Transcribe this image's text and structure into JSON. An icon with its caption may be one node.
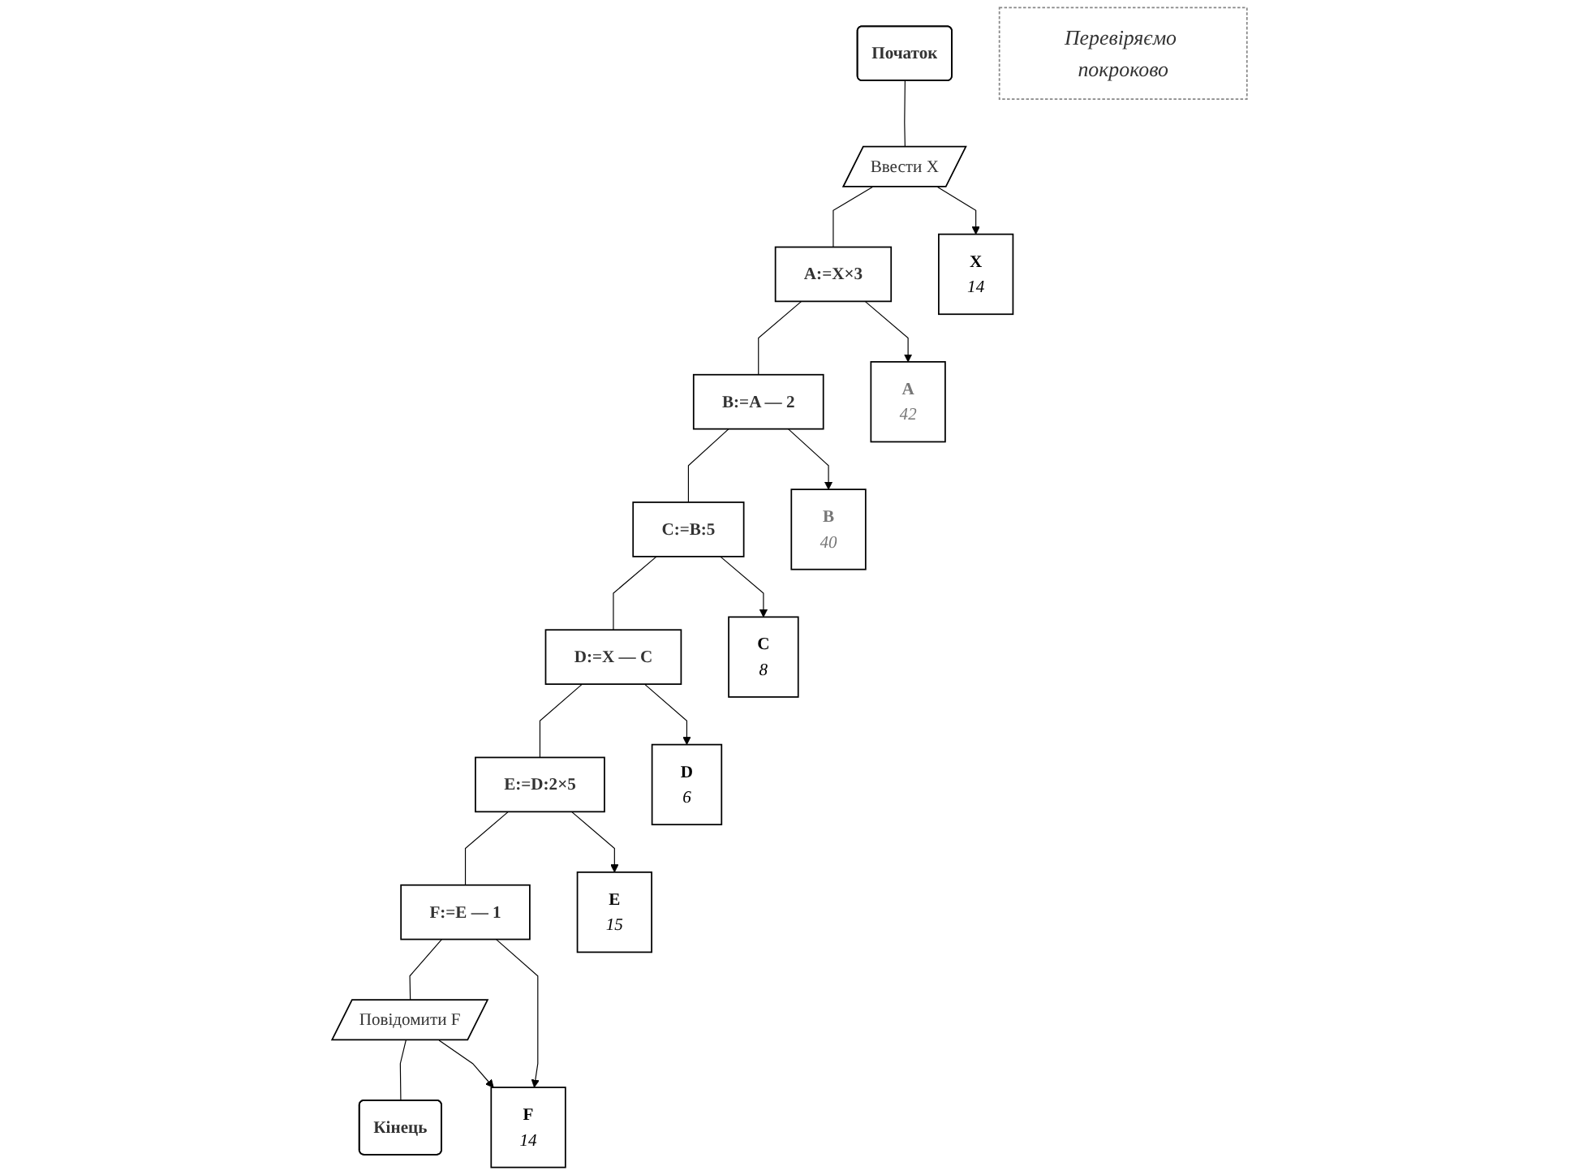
{
  "diagram": {
    "nodes": [
      {
        "text": [
          "Початок"
        ]
      },
      {
        "text": [
          "Ввести X"
        ]
      },
      {
        "text": [
          "A:=X×3"
        ]
      },
      {
        "text": [
          "B:=A — 2"
        ]
      },
      {
        "text": [
          "C:=B:5"
        ]
      },
      {
        "text": [
          "D:=X — C"
        ]
      },
      {
        "text": [
          "E:=D:2×5"
        ]
      },
      {
        "text": [
          "F:=E — 1"
        ]
      },
      {
        "text": [
          "Повідомити F"
        ]
      },
      {
        "text": [
          "Кінець"
        ]
      },
      {
        "text": [
          "X",
          "14"
        ]
      },
      {
        "text": [
          "A",
          "42"
        ]
      },
      {
        "text": [
          "B",
          "40"
        ]
      },
      {
        "text": [
          "C",
          "8"
        ]
      },
      {
        "text": [
          "D",
          "6"
        ]
      },
      {
        "text": [
          "E",
          "15"
        ]
      },
      {
        "text": [
          "F",
          "14"
        ]
      },
      {
        "text": [
          "Перевіряємо покроково"
        ]
      }
    ],
    "edges": [
      {
        "from": 0,
        "to": 1,
        "arrow": "none"
      },
      {
        "from": 1,
        "to": 2,
        "arrow": "none"
      },
      {
        "from": 2,
        "to": 3,
        "arrow": "none"
      },
      {
        "from": 3,
        "to": 4,
        "arrow": "none"
      },
      {
        "from": 4,
        "to": 5,
        "arrow": "none"
      },
      {
        "from": 5,
        "to": 6,
        "arrow": "none"
      },
      {
        "from": 6,
        "to": 7,
        "arrow": "none"
      },
      {
        "from": 7,
        "to": 8,
        "arrow": "none"
      },
      {
        "from": 8,
        "to": 9,
        "arrow": "none"
      },
      {
        "from": 1,
        "to": 10,
        "arrow": "to"
      },
      {
        "from": 2,
        "to": 11,
        "arrow": "to"
      },
      {
        "from": 3,
        "to": 12,
        "arrow": "to"
      },
      {
        "from": 4,
        "to": 13,
        "arrow": "to"
      },
      {
        "from": 5,
        "to": 14,
        "arrow": "to"
      },
      {
        "from": 6,
        "to": 15,
        "arrow": "to"
      },
      {
        "from": 7,
        "to": 16,
        "arrow": "to"
      },
      {
        "from": 8,
        "to": 16,
        "arrow": "to"
      }
    ]
  }
}
